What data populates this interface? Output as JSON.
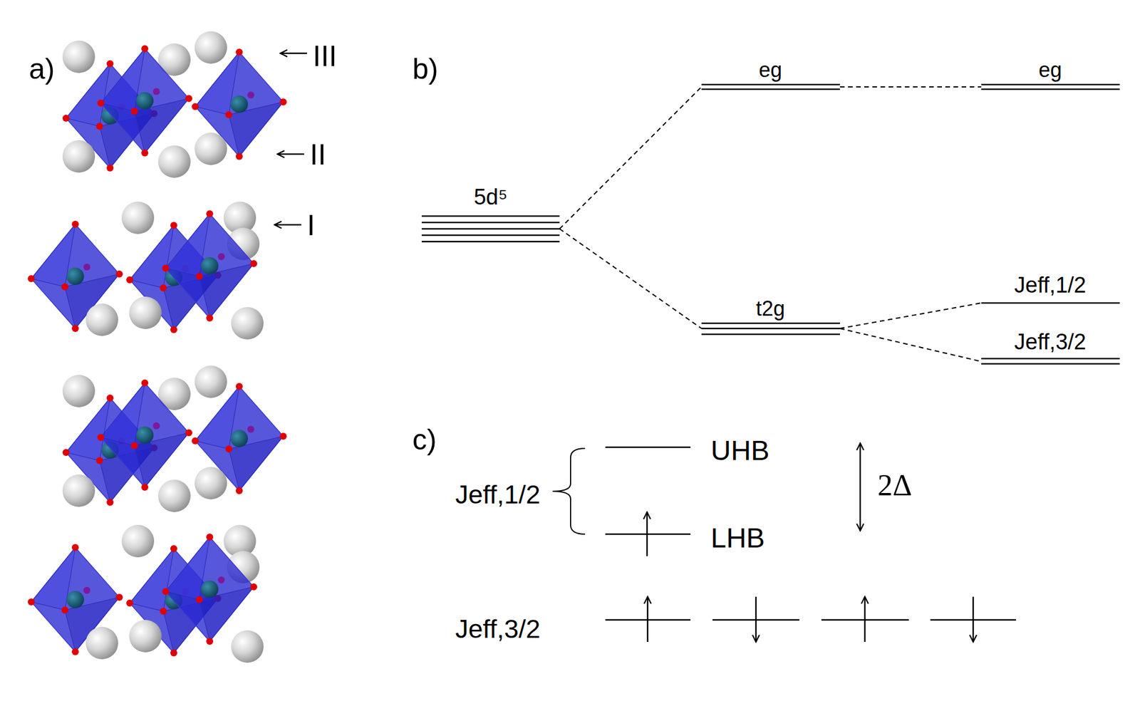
{
  "diagram": {
    "labels": [
      "a)",
      "III",
      "II",
      "I",
      "b)",
      "eg",
      "eg",
      "5d⁵",
      "t2g",
      "Jeff,1/2",
      "Jeff,3/2",
      "c)",
      "Jeff,1/2",
      "UHB",
      "2Δ",
      "LHB",
      "Jeff,3/2"
    ]
  }
}
